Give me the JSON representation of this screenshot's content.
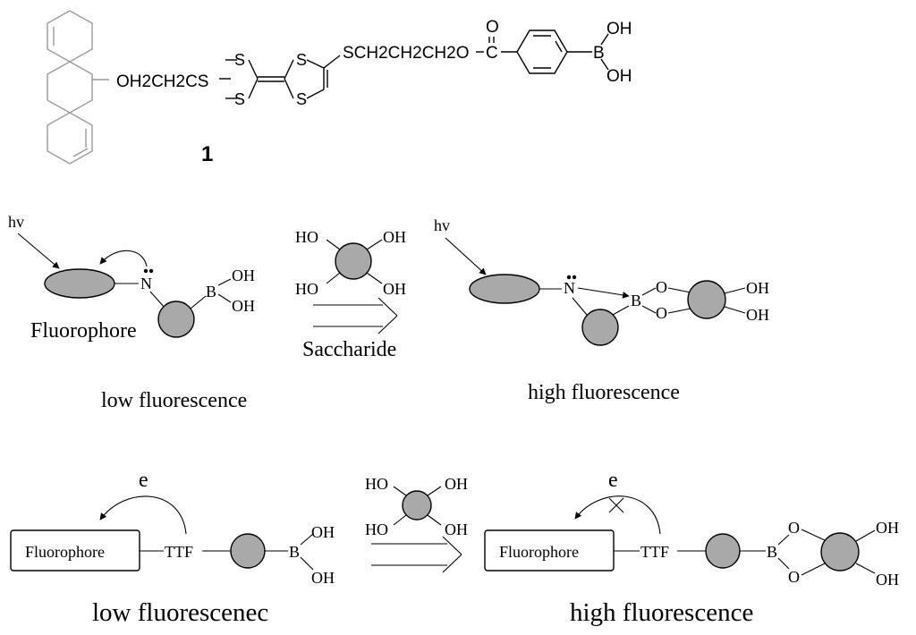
{
  "compound": {
    "left_chain": "OH2CH2CS",
    "ring_s": [
      "S",
      "S",
      "S",
      "S"
    ],
    "right_chain": "SCH2CH2CH2O",
    "carbonyl_o": "O",
    "carbonyl_c": "C",
    "boron": "B",
    "oh_top": "OH",
    "oh_bottom": "OH",
    "number": "1"
  },
  "scheme1": {
    "hv": "hv",
    "fluorophore": "Fluorophore",
    "amine": "N",
    "boron": "B",
    "oh_top": "OH",
    "oh_bottom": "OH",
    "saccharide_oh": [
      "HO",
      "OH",
      "HO",
      "OH"
    ],
    "arrow_label": "Saccharide",
    "left_caption": "low fluorescence",
    "right_hv": "hv",
    "right_amine": "N",
    "right_boron": "B",
    "ester_o_top": "O",
    "ester_o_bottom": "O",
    "right_oh_top": "OH",
    "right_oh_bottom": "OH",
    "right_caption": "high fluorescence"
  },
  "scheme2": {
    "electron": "e",
    "fluorophore": "Fluorophore",
    "ttf": "TTF",
    "boron": "B",
    "oh_top": "OH",
    "oh_bottom": "OH",
    "saccharide_oh": [
      "HO",
      "OH",
      "HO",
      "OH"
    ],
    "left_caption": "low fluorescenec",
    "right_electron": "e",
    "right_fluorophore": "Fluorophore",
    "right_ttf": "TTF",
    "right_boron": "B",
    "ester_o_top": "O",
    "ester_o_bottom": "O",
    "right_oh_top": "OH",
    "right_oh_bottom": "OH",
    "right_caption": "high fluorescence"
  },
  "colors": {
    "ball_fill": "#a9a9a9",
    "anthracene_stroke": "#9a9a9a",
    "line": "#000000"
  }
}
